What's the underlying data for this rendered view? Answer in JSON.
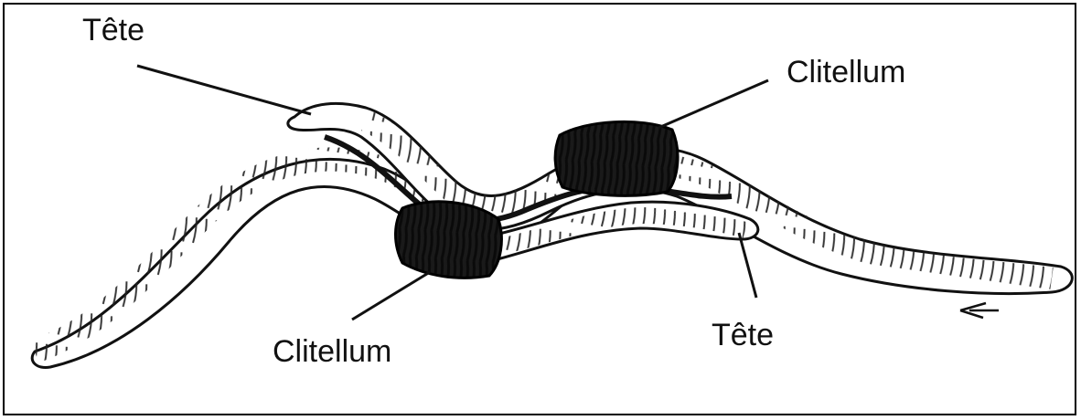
{
  "figure": {
    "labels": {
      "head_top": "Tête",
      "clitellum_top": "Clitellum",
      "clitellum_bottom": "Clitellum",
      "head_bottom": "Tête"
    },
    "colors": {
      "ink": "#111111",
      "body_fill": "#ffffff",
      "clitellum_fill": "#1a1a1a",
      "frame": "#000000"
    }
  }
}
